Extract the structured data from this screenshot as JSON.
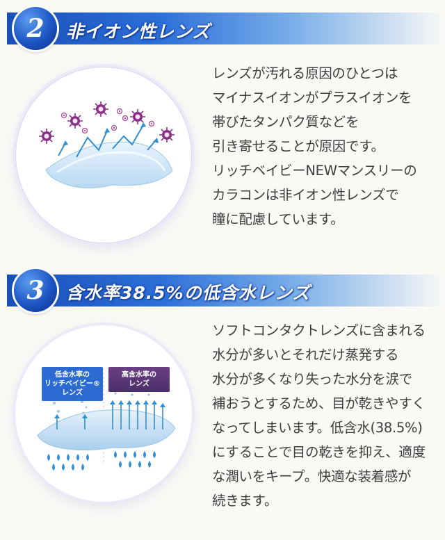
{
  "sections": [
    {
      "number": "2",
      "title": "非イオン性レンズ",
      "lines": [
        "レンズが汚れる原因のひとつは",
        "マイナスイオンがプラスイオンを",
        "帯びたタンパク質などを",
        "引き寄せることが原因です。",
        "リッチベイビーNEWマンスリーの",
        "カラコンは非イオン性レンズで",
        "瞳に配慮しています。"
      ]
    },
    {
      "number": "3",
      "title": "含水率38.5%の低含水レンズ",
      "lines": [
        "ソフトコンタクトレンズに含まれる",
        "水分が多いとそれだけ蒸発する",
        "水分が多くなり失った水分を涙で",
        "補おうとするため、目が乾きやすく",
        "なってしまいます。低含水(38.5%)",
        "にすることで目の乾きを抑え、適度",
        "な潤いをキープ。快適な装着感が",
        "続きます。"
      ],
      "badges": {
        "low_line1": "低含水率の",
        "low_line2": "リッチベイビー®",
        "low_line3": "レンズ",
        "high_line1": "高含水率の",
        "high_line2": "レンズ"
      }
    }
  ],
  "colors": {
    "title_blue": "#1d55c4",
    "virus_purple": "#8a2f86",
    "badge_blue": "#2a6ad1",
    "badge_purple": "#5b3a7a",
    "text": "#3d3d3d"
  },
  "icons": [
    "virus-icon",
    "arrow-icon",
    "lens-icon",
    "water-drop-icon"
  ]
}
